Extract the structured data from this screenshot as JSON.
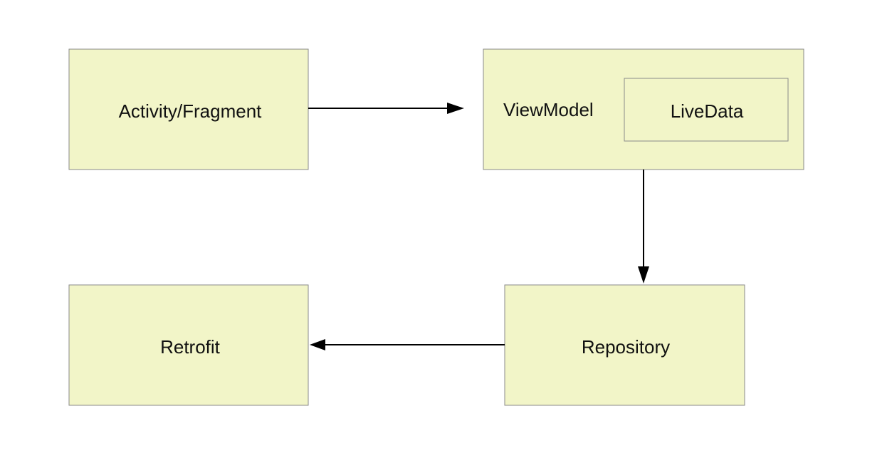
{
  "diagram": {
    "nodes": {
      "activity_fragment": {
        "label": "Activity/Fragment"
      },
      "viewmodel": {
        "label": "ViewModel"
      },
      "livedata": {
        "label": "LiveData"
      },
      "repository": {
        "label": "Repository"
      },
      "retrofit": {
        "label": "Retrofit"
      }
    },
    "edges": [
      {
        "from": "Activity/Fragment",
        "to": "ViewModel"
      },
      {
        "from": "ViewModel",
        "to": "Repository"
      },
      {
        "from": "Repository",
        "to": "Retrofit"
      }
    ],
    "colors": {
      "node_fill": "#f2f5c8",
      "node_border": "#8a8a8a",
      "edge": "#000000",
      "text": "#111111"
    }
  }
}
